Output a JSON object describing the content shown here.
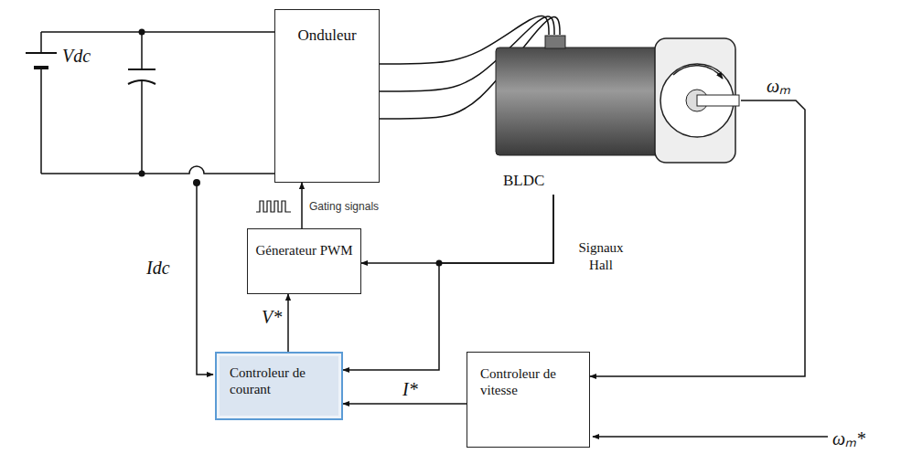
{
  "diagram": {
    "nodes": [
      {
        "text": [
          "Onduleur"
        ]
      },
      {
        "text": [
          "BLDC"
        ]
      },
      {
        "text": [
          "Génerateur PWM"
        ]
      },
      {
        "text": [
          "Controleur de courant"
        ]
      },
      {
        "text": [
          "Controleur de vitesse"
        ]
      }
    ],
    "edges": [
      {
        "from": 2,
        "to": 0,
        "arrow": "to",
        "label": "Gating signals"
      },
      {
        "from": 0,
        "to": 1,
        "arrow": "none"
      },
      {
        "from": 0,
        "to": 1,
        "arrow": "none"
      },
      {
        "from": 0,
        "to": 1,
        "arrow": "none"
      },
      {
        "from": 1,
        "to": 2,
        "arrow": "to"
      },
      {
        "from": 1,
        "to": 3,
        "arrow": "to"
      },
      {
        "from": 1,
        "to": 4,
        "arrow": "to",
        "label": "ωₘ"
      },
      {
        "from": 3,
        "to": 2,
        "arrow": "to",
        "label": "V*"
      },
      {
        "from": 4,
        "to": 3,
        "arrow": "to",
        "label": "I*"
      }
    ],
    "labels": [
      "Vdc",
      "Idc",
      "Signaux Hall",
      "ωₘ*"
    ]
  }
}
